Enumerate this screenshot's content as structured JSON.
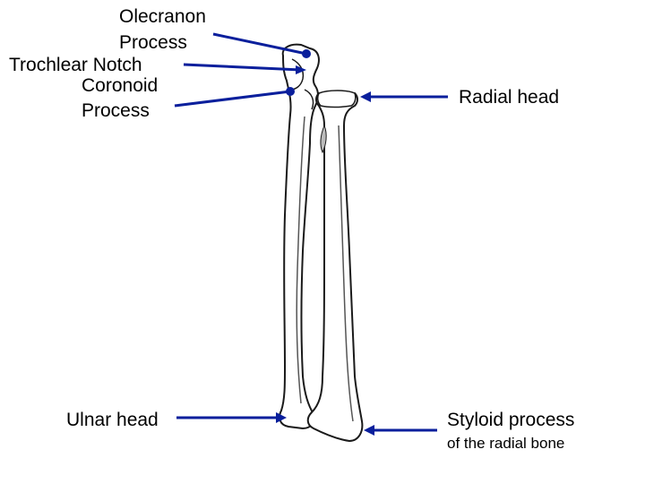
{
  "labels": {
    "olecranon_line1": "Olecranon",
    "olecranon_line2": "Process",
    "trochlear_notch": "Trochlear Notch",
    "coronoid_line1": "Coronoid",
    "coronoid_line2": "Process",
    "radial_head": "Radial head",
    "ulnar_head": "Ulnar head",
    "styloid_line1": "Styloid process",
    "styloid_line2": "of the radial bone"
  },
  "colors": {
    "pointer": "#0a1f9c",
    "bone_outline": "#1a1a1a",
    "bone_fill": "#ffffff",
    "bone_shade": "#555555"
  }
}
